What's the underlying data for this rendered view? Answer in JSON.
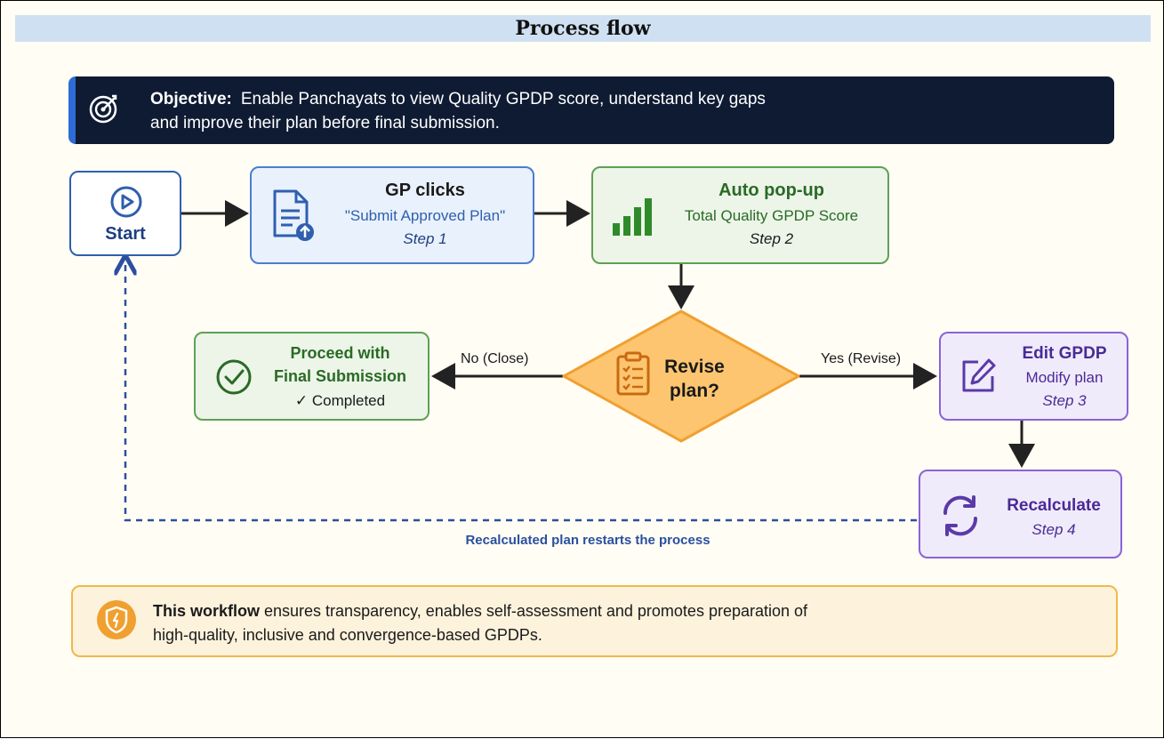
{
  "title": "Process flow",
  "objective": {
    "label": "Objective:",
    "line1": "Enable Panchayats to view Quality GPDP score, understand key gaps",
    "line2": "and improve their plan before final submission."
  },
  "nodes": {
    "start": {
      "label": "Start"
    },
    "step1": {
      "title": "GP clicks",
      "subtitle": "\"Submit Approved Plan\"",
      "step": "Step 1"
    },
    "step2": {
      "title": "Auto pop-up",
      "subtitle": "Total Quality GPDP Score",
      "step": "Step 2"
    },
    "decision": {
      "line1": "Revise",
      "line2": "plan?"
    },
    "final": {
      "line1": "Proceed with",
      "line2": "Final Submission",
      "status": "✓ Completed"
    },
    "step3": {
      "title": "Edit GPDP",
      "subtitle": "Modify plan",
      "step": "Step 3"
    },
    "step4": {
      "title": "Recalculate",
      "step": "Step 4"
    }
  },
  "edges": {
    "no_label": "No (Close)",
    "yes_label": "Yes (Revise)",
    "restart_label": "Recalculated plan restarts the process"
  },
  "footer": {
    "bold": "This workflow",
    "line1_rest": " ensures transparency, enables self-assessment and promotes preparation of",
    "line2": "high-quality, inclusive and convergence-based GPDPs."
  },
  "colors": {
    "navy": "#0f1b33",
    "blue_border": "#4a7ed0",
    "green_border": "#5fa055",
    "purple_border": "#8a63d6",
    "decision_fill": "#fdc570",
    "decision_border": "#f0a030",
    "footer_fill": "#fdf2dc"
  }
}
